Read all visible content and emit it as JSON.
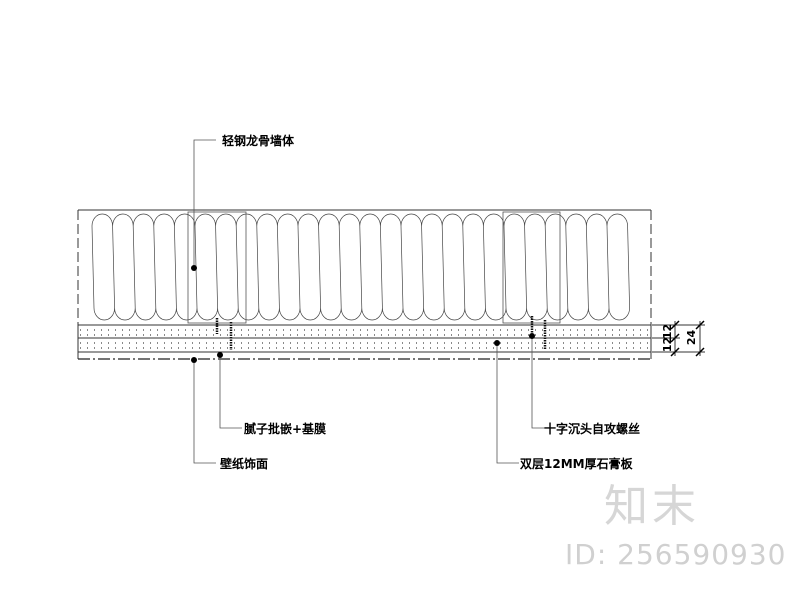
{
  "labels": {
    "wall": "轻钢龙骨墙体",
    "putty": "腻子批嵌+基膜",
    "wallpaper": "壁纸饰面",
    "screw": "十字沉头自攻螺丝",
    "gypsum": "双层12MM厚石膏板"
  },
  "dimensions": {
    "layer1": "12",
    "layer2": "12",
    "total": "24"
  },
  "watermark": {
    "logo": "知末",
    "id": "ID: 256590930"
  }
}
